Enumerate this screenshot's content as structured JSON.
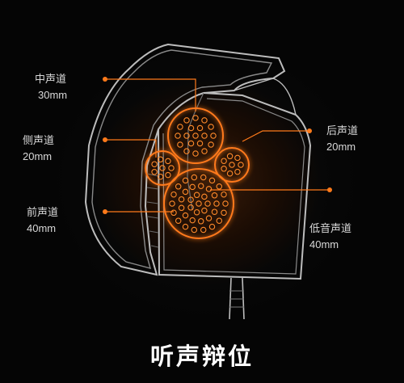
{
  "labels": {
    "mid": {
      "name": "中声道",
      "size": "30mm"
    },
    "side": {
      "name": "侧声道",
      "size": "20mm"
    },
    "front": {
      "name": "前声道",
      "size": "40mm"
    },
    "rear": {
      "name": "后声道",
      "size": "20mm"
    },
    "bass": {
      "name": "低音声道",
      "size": "40mm"
    }
  },
  "caption": "听声辩位",
  "colors": {
    "accent": "#ff7a1a",
    "outline": "#bdbdbd",
    "background": "#050505"
  }
}
